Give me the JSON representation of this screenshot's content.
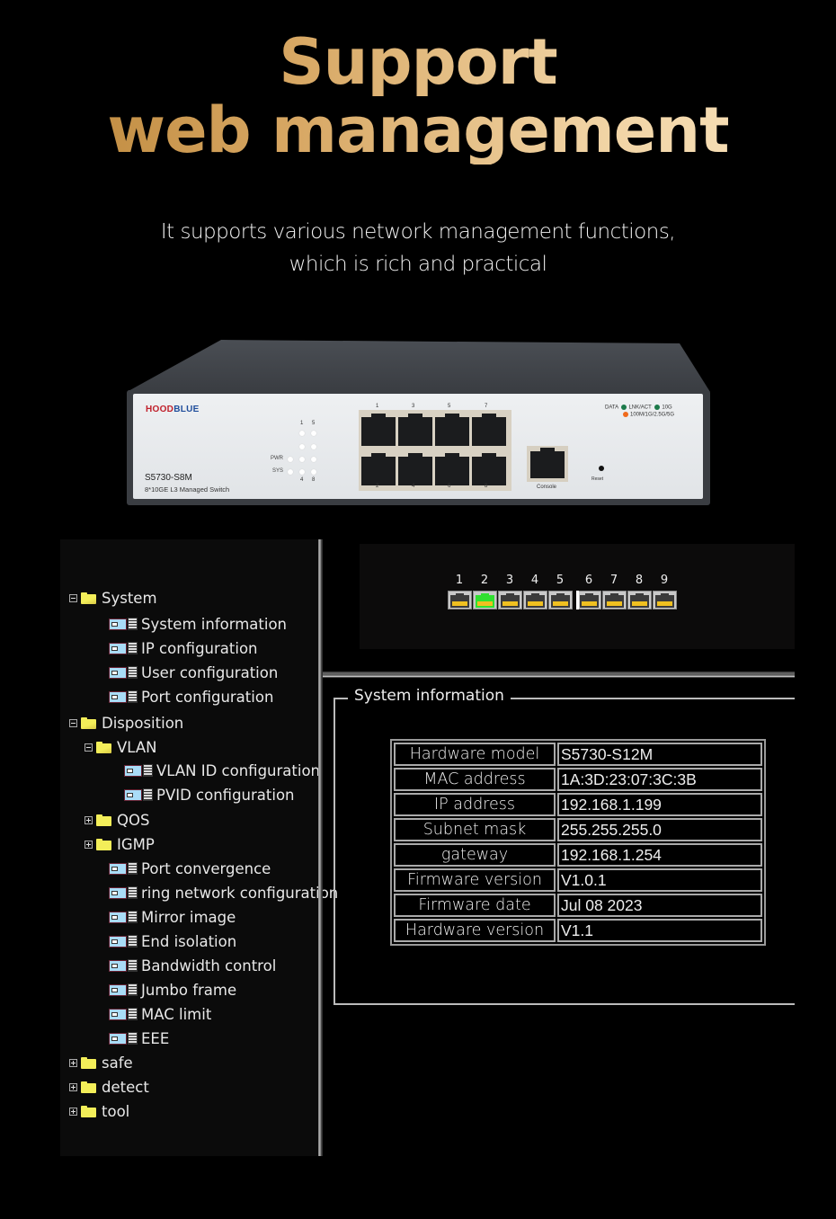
{
  "hero": {
    "title_line1": "Support",
    "title_line2": "web management",
    "subtitle_line1": "It supports various network management functions,",
    "subtitle_line2": "which is rich and practical",
    "title_gradient": [
      "#b98335",
      "#fae5c0"
    ]
  },
  "device": {
    "brand_part1": "HOOD",
    "brand_part2": "BLUE",
    "brand_colors": {
      "part1": "#c0202b",
      "part2": "#1f4d9b"
    },
    "model": "S5730-S8M",
    "description": "8*10GE L3 Managed Switch",
    "led_labels": {
      "pwr": "PWR",
      "sys": "SYS"
    },
    "led_top_numbers": [
      "1",
      "5"
    ],
    "led_bottom_numbers": [
      "4",
      "8"
    ],
    "port_top_labels": [
      "1",
      "3",
      "5",
      "7"
    ],
    "port_bottom_labels": [
      "2",
      "4",
      "6",
      "8"
    ],
    "console_label": "Console",
    "reset_label": "Reset",
    "legend": {
      "data_label": "DATA",
      "lnk_label": "LNK/ACT",
      "tenG_label": "10G",
      "speed_label": "100M/1G/2.5G/5G",
      "green": "#1c7a4a",
      "orange": "#f06a1c"
    }
  },
  "tree": {
    "items": [
      {
        "label": "System",
        "type": "folder",
        "toggle": "minus",
        "open": true,
        "level": 0
      },
      {
        "label": "System information",
        "type": "page",
        "level": 1
      },
      {
        "label": "IP configuration",
        "type": "page",
        "level": 1
      },
      {
        "label": "User configuration",
        "type": "page",
        "level": 1
      },
      {
        "label": "Port configuration",
        "type": "page",
        "level": 1
      },
      {
        "label": "Disposition",
        "type": "folder",
        "toggle": "minus",
        "open": true,
        "level": 0
      },
      {
        "label": "VLAN",
        "type": "folder",
        "toggle": "minus",
        "open": true,
        "level": 1
      },
      {
        "label": "VLAN ID configuration",
        "type": "page",
        "level": 2
      },
      {
        "label": "PVID configuration",
        "type": "page",
        "level": 2
      },
      {
        "label": "QOS",
        "type": "folder",
        "toggle": "plus",
        "open": false,
        "level": 1
      },
      {
        "label": "IGMP",
        "type": "folder",
        "toggle": "plus",
        "open": false,
        "level": 1
      },
      {
        "label": "Port convergence",
        "type": "page",
        "level": 1
      },
      {
        "label": "ring network configuration",
        "type": "page",
        "level": 1
      },
      {
        "label": "Mirror image",
        "type": "page",
        "level": 1
      },
      {
        "label": "End isolation",
        "type": "page",
        "level": 1
      },
      {
        "label": "Bandwidth control",
        "type": "page",
        "level": 1
      },
      {
        "label": "Jumbo frame",
        "type": "page",
        "level": 1
      },
      {
        "label": "MAC limit",
        "type": "page",
        "level": 1
      },
      {
        "label": "EEE",
        "type": "page",
        "level": 1
      },
      {
        "label": "safe",
        "type": "folder",
        "toggle": "plus",
        "open": false,
        "level": 0
      },
      {
        "label": "detect",
        "type": "folder",
        "toggle": "plus",
        "open": false,
        "level": 0
      },
      {
        "label": "tool",
        "type": "folder",
        "toggle": "plus",
        "open": false,
        "level": 0
      }
    ]
  },
  "ports": {
    "numbers": [
      "1",
      "2",
      "3",
      "4",
      "5",
      "6",
      "7",
      "8",
      "9"
    ],
    "active": [
      "2"
    ],
    "active_color": "#30e030",
    "pin_color": "#f0c020"
  },
  "system_info": {
    "title": "System information",
    "rows": [
      {
        "key": "Hardware model",
        "value": "S5730-S12M"
      },
      {
        "key": "MAC address",
        "value": "1A:3D:23:07:3C:3B"
      },
      {
        "key": "IP address",
        "value": "192.168.1.199"
      },
      {
        "key": "Subnet mask",
        "value": "255.255.255.0"
      },
      {
        "key": "gateway",
        "value": "192.168.1.254"
      },
      {
        "key": "Firmware version",
        "value": "V1.0.1"
      },
      {
        "key": "Firmware date",
        "value": "Jul 08 2023"
      },
      {
        "key": "Hardware version",
        "value": "V1.1"
      }
    ]
  }
}
